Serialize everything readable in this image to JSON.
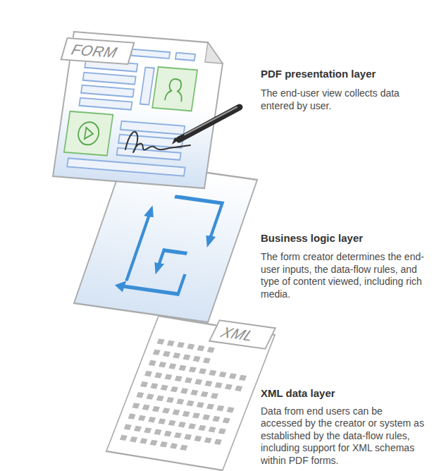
{
  "diagram": {
    "nodes": [
      {
        "text": [
          "FORM"
        ]
      },
      {
        "text": [
          "XML"
        ]
      }
    ],
    "labels": [
      "PDF presentation layer",
      "The end-user view collects data entered by user.",
      "Business logic layer",
      "The form creator determines the end-user inputs, the data-flow rules, and type of content viewed, including rich media.",
      "XML data layer",
      "Data from end users can be accessed by the creator or system as established by the data-flow rules, including support for XML schemas within PDF forms."
    ]
  }
}
